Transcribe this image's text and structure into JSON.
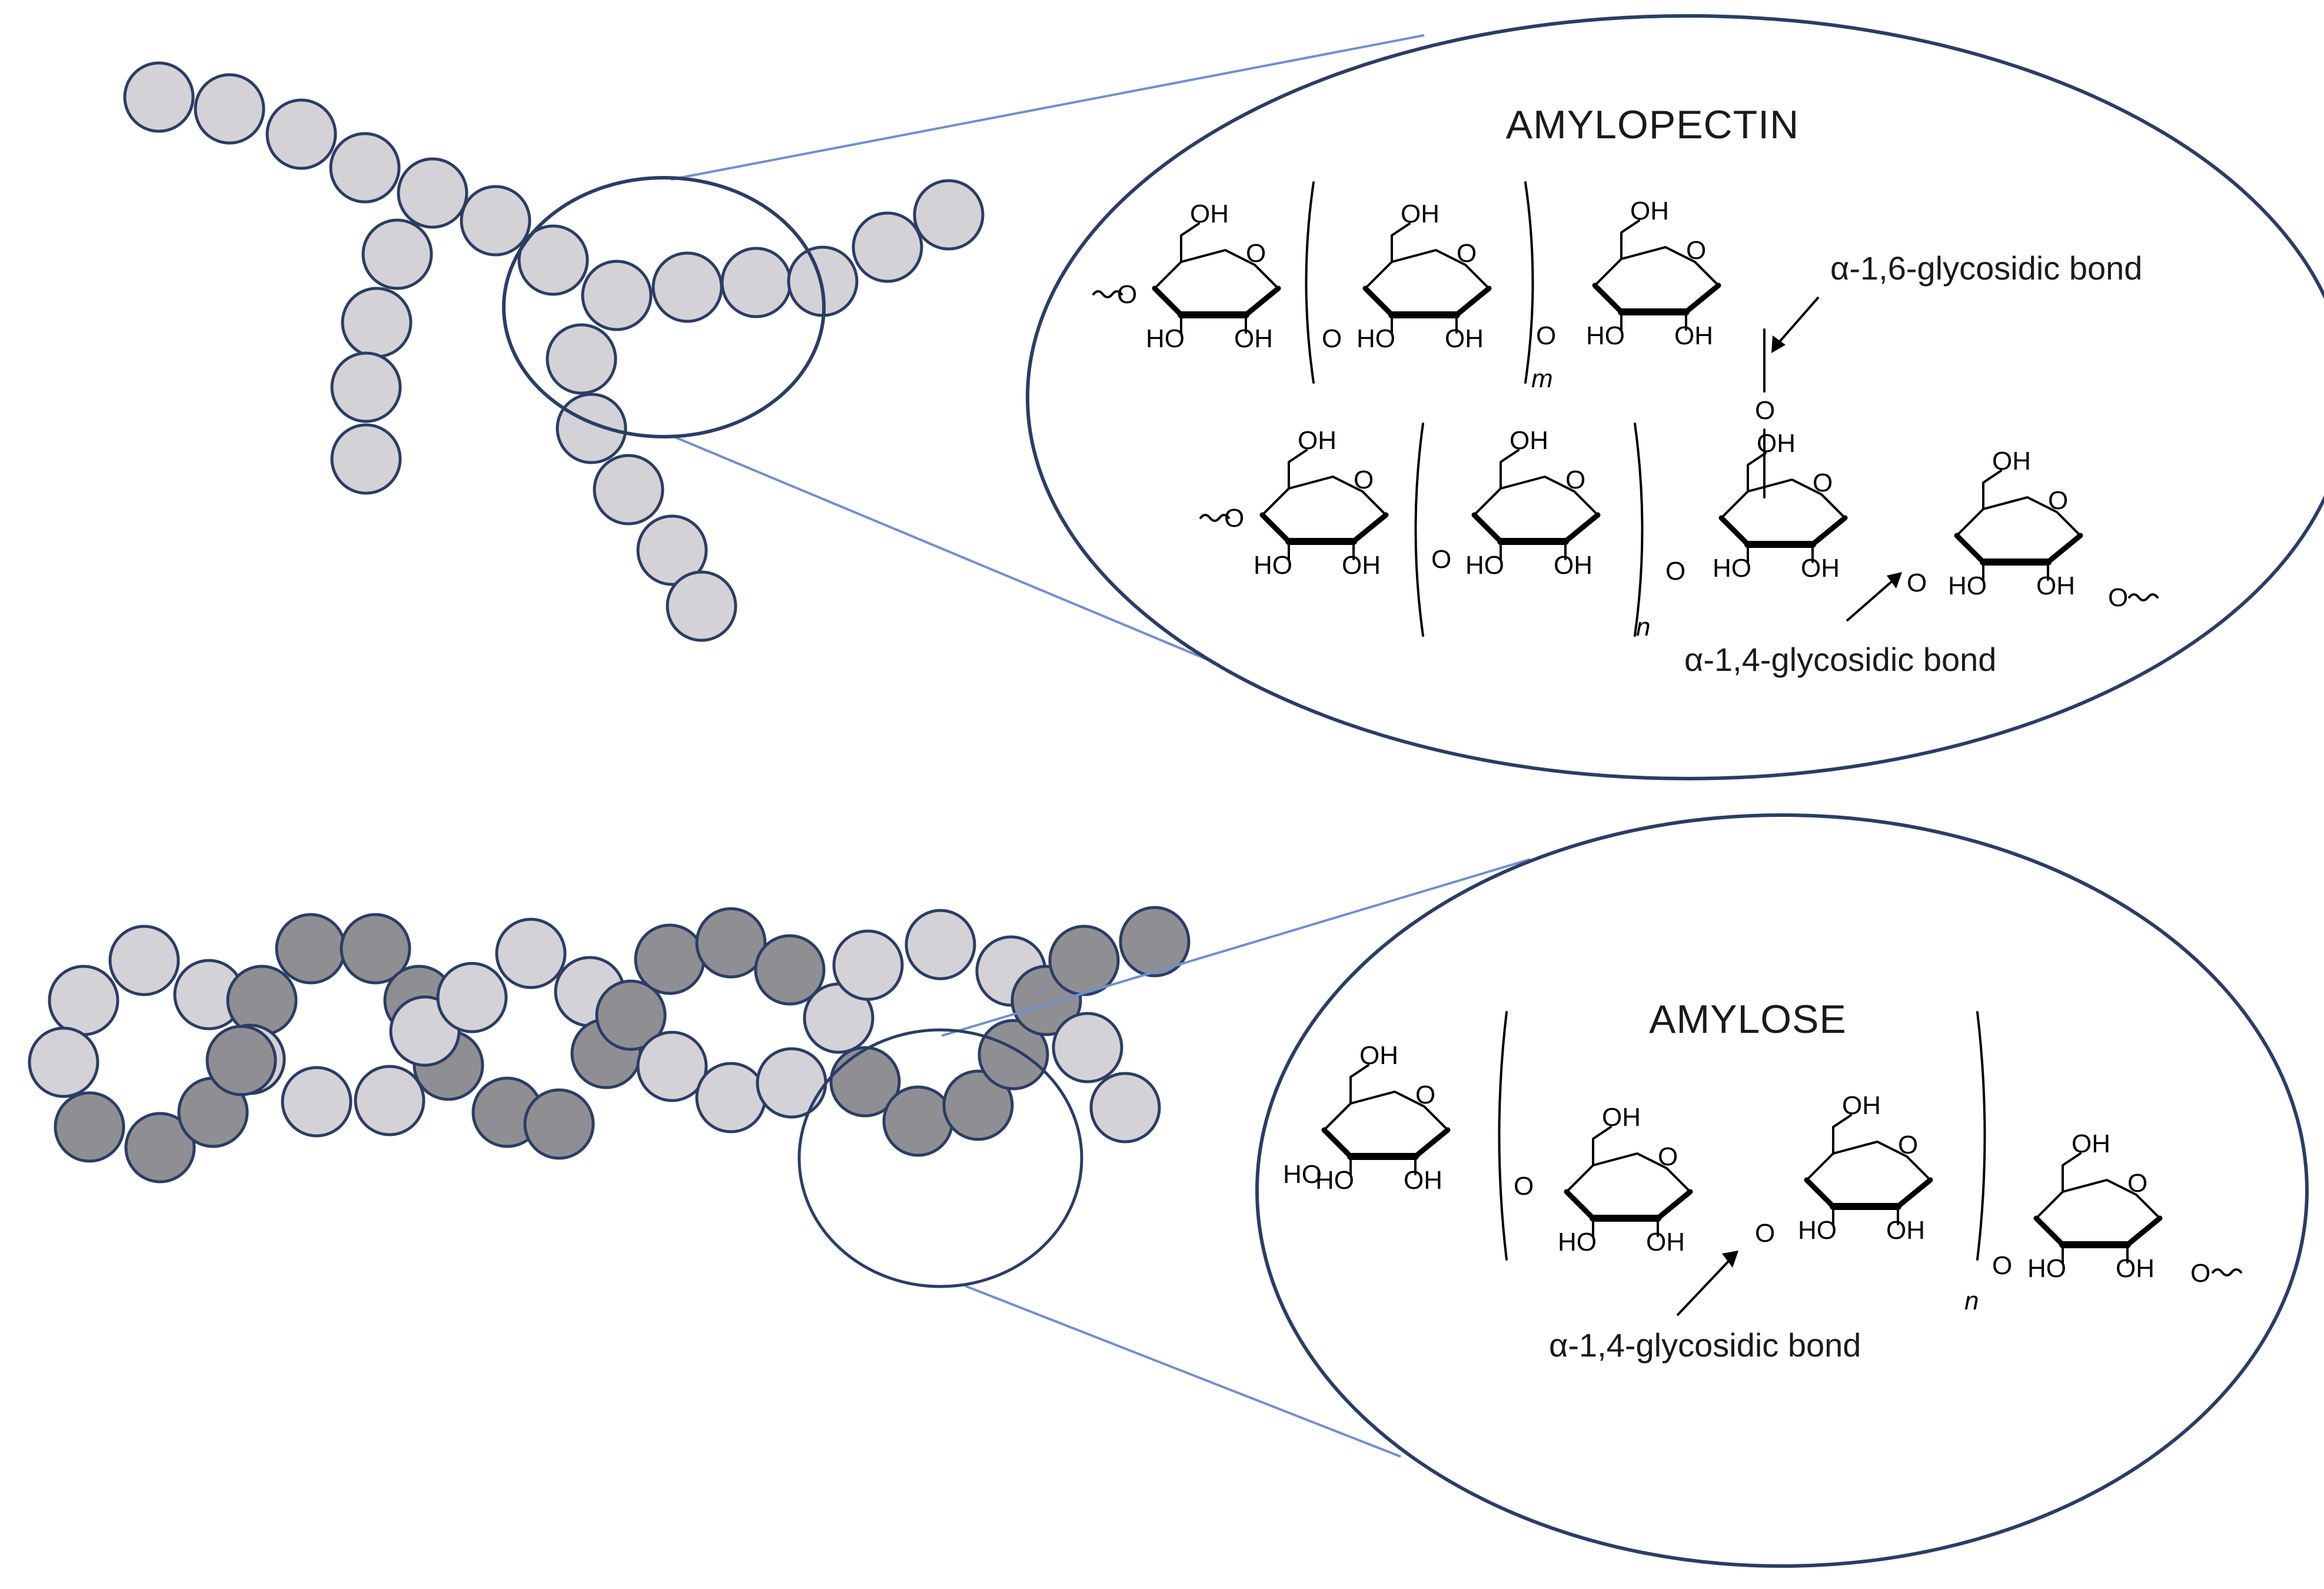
{
  "amylopectin": {
    "title": "AMYLOPECTIN",
    "bond_16_label": "α-1,6-glycosidic bond",
    "bond_14_label": "α-1,4-glycosidic bond",
    "repeat_m": "m",
    "repeat_n": "n"
  },
  "amylose": {
    "title": "AMYLOSE",
    "bond_14_label": "α-1,4-glycosidic bond",
    "repeat_n": "n"
  },
  "atoms": {
    "oh": "OH",
    "ho": "HO",
    "o": "O"
  },
  "colors": {
    "outline": "#2a3d66",
    "bead_light": "#d4d2d6",
    "bead_dark": "#8f8f93",
    "zoom_line": "#6f8fd0"
  }
}
